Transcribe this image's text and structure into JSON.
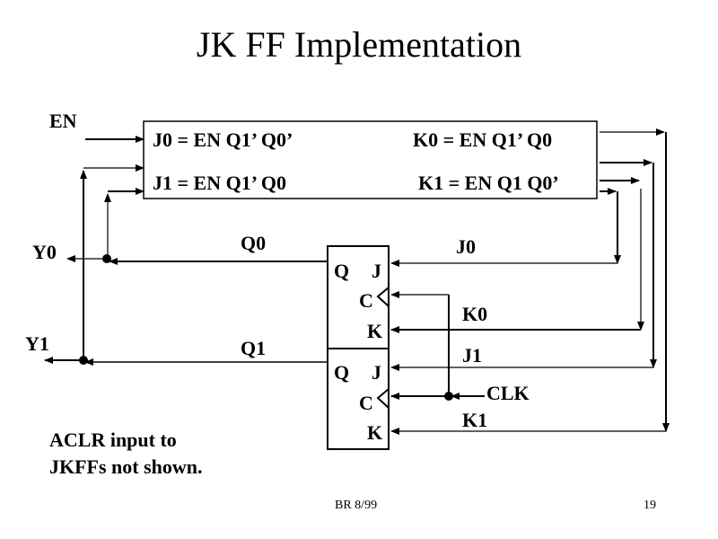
{
  "title": "JK FF Implementation",
  "inputs": {
    "en": "EN",
    "clk": "CLK"
  },
  "outputs": {
    "y0": "Y0",
    "y1": "Y1"
  },
  "logic_block": {
    "j0": "J0 =  EN Q1’ Q0’",
    "j1": "J1 = EN Q1’ Q0",
    "k0": "K0 = EN Q1’ Q0",
    "k1": "K1 = EN Q1 Q0’"
  },
  "signals": {
    "q0": "Q0",
    "q1": "Q1",
    "j0": "J0",
    "k0": "K0",
    "j1": "J1",
    "k1": "K1"
  },
  "flipflops": [
    {
      "q": "Q",
      "j": "J",
      "c": "C",
      "k": "K"
    },
    {
      "q": "Q",
      "j": "J",
      "c": "C",
      "k": "K"
    }
  ],
  "note": [
    "ACLR input to",
    "JKFFs not shown."
  ],
  "footer": {
    "left": "BR 8/99",
    "page": "19"
  }
}
